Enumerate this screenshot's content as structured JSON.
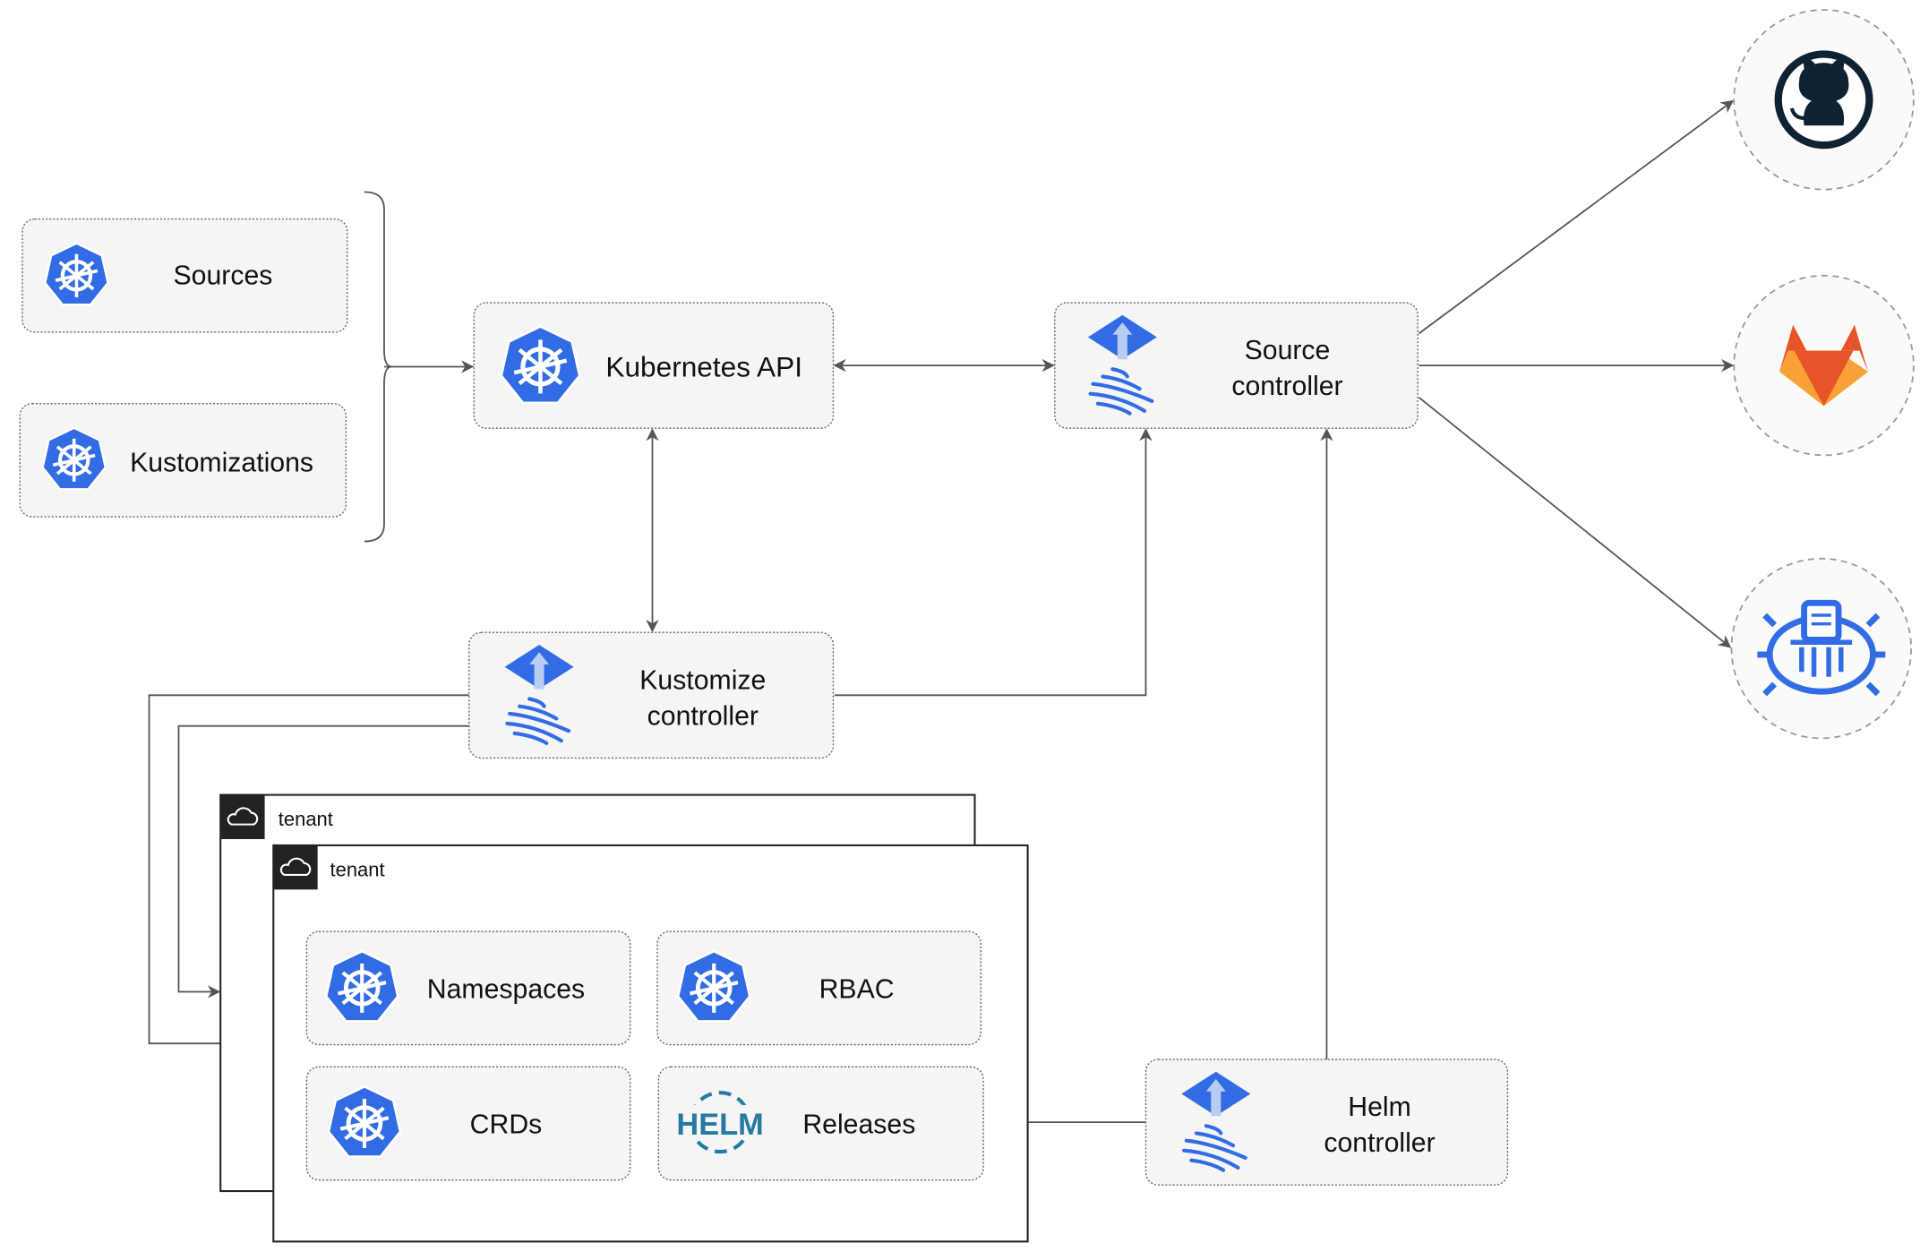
{
  "nodes": {
    "sources": "Sources",
    "kustomizations": "Kustomizations",
    "kubernetes_api": "Kubernetes API",
    "source_controller": [
      "Source",
      "controller"
    ],
    "kustomize_controller": [
      "Kustomize",
      "controller"
    ],
    "helm_controller": [
      "Helm",
      "controller"
    ],
    "namespaces": "Namespaces",
    "rbac": "RBAC",
    "crds": "CRDs",
    "releases": "Releases"
  },
  "tenants": [
    "tenant",
    "tenant"
  ],
  "external": [
    "github-icon",
    "gitlab-icon",
    "helm-chart-repo-icon"
  ],
  "helm_logo_text": "HELM",
  "colors": {
    "k8s_blue": "#326ce5",
    "flux_blue": "#326ce5",
    "github": "#0f2234",
    "gitlab_red": "#e8542a",
    "gitlab_orange": "#f9a036",
    "helm": "#277a9f",
    "edge": "#555555"
  }
}
